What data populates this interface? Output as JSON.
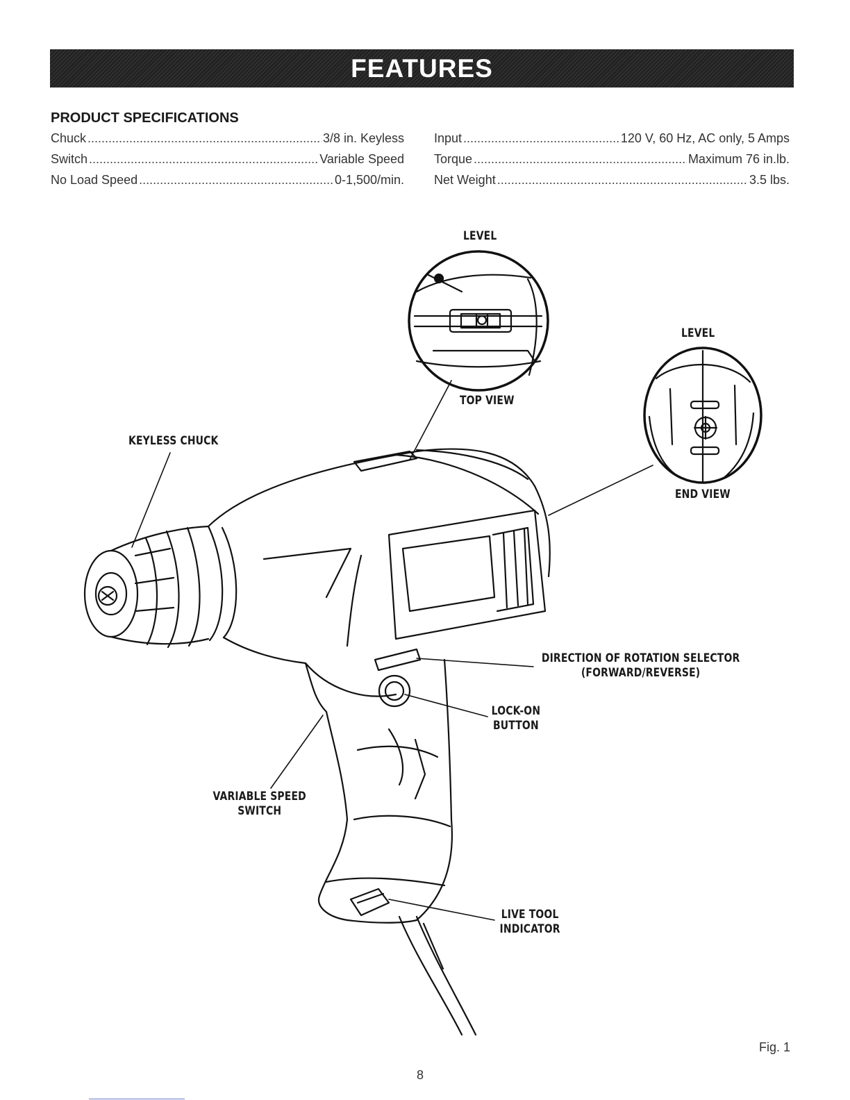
{
  "banner": {
    "title": "FEATURES"
  },
  "specs": {
    "heading": "PRODUCT SPECIFICATIONS",
    "left": [
      {
        "label": "Chuck",
        "value": "3/8 in. Keyless"
      },
      {
        "label": "Switch",
        "value": "Variable Speed"
      },
      {
        "label": "No Load Speed",
        "value": "0-1,500/min."
      }
    ],
    "right": [
      {
        "label": "Input",
        "value": "120 V, 60 Hz, AC only, 5 Amps"
      },
      {
        "label": "Torque",
        "value": "Maximum 76 in.lb."
      },
      {
        "label": "Net Weight",
        "value": "3.5 lbs."
      }
    ]
  },
  "figure": {
    "callouts": {
      "level_top": "LEVEL",
      "top_view": "TOP VIEW",
      "level_end": "LEVEL",
      "end_view": "END VIEW",
      "keyless_chuck": "KEYLESS CHUCK",
      "direction_line1": "DIRECTION OF ROTATION SELECTOR",
      "direction_line2": "(FORWARD/REVERSE)",
      "lock_on_line1": "LOCK-ON",
      "lock_on_line2": "BUTTON",
      "variable_speed_line1": "VARIABLE SPEED",
      "variable_speed_line2": "SWITCH",
      "live_tool_line1": "LIVE TOOL",
      "live_tool_line2": "INDICATOR"
    },
    "fig_label": "Fig. 1"
  },
  "page_number": "8"
}
